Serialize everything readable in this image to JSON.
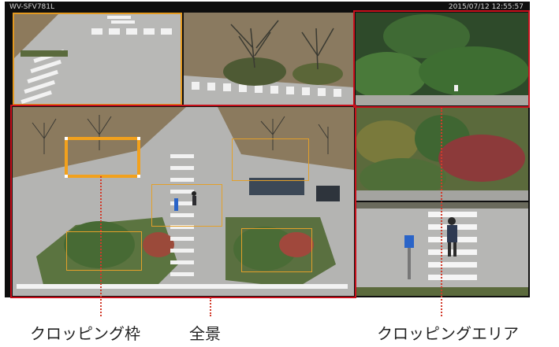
{
  "camera_model": "WV-SFV781L",
  "timestamp": "2015/07/12 12:55:57",
  "annotations": {
    "crop_frame": "クロッピング枠",
    "overview": "全景",
    "crop_area": "クロッピングエリア"
  },
  "colors": {
    "crop_area_frame": "#c8101c",
    "crop_frame_border": "#f2a11d",
    "leader_line": "#d23a2a"
  },
  "icons": {
    "sign": "blue-info-sign",
    "pedestrian": "person-walking"
  }
}
